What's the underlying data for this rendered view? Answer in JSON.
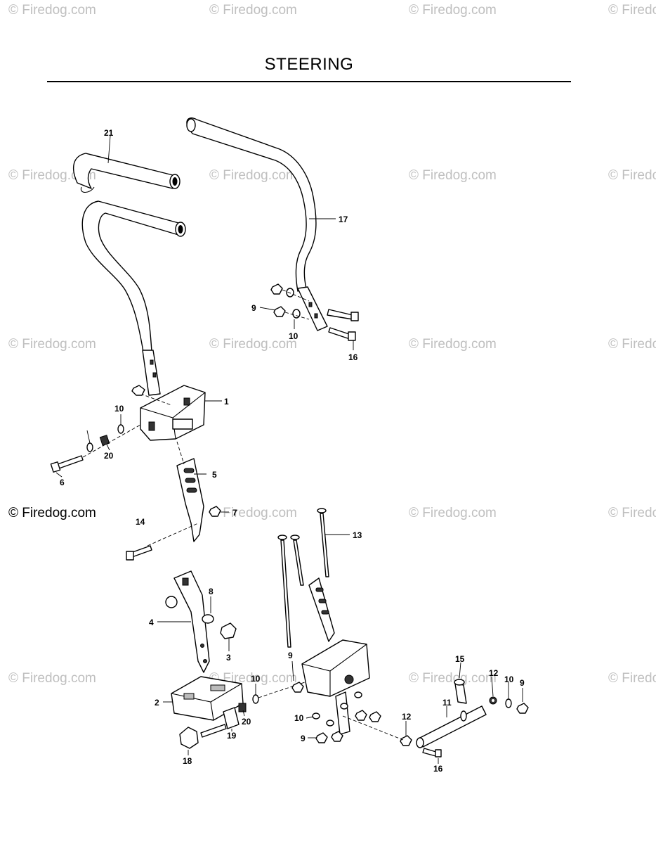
{
  "title": "STEERING",
  "watermark": "© Firedog.com",
  "callouts": [
    "21",
    "17",
    "9",
    "10",
    "16",
    "1",
    "10",
    "20",
    "6",
    "5",
    "7",
    "14",
    "13",
    "8",
    "4",
    "3",
    "2",
    "10",
    "20",
    "19",
    "18",
    "9",
    "10",
    "9",
    "15",
    "12",
    "10",
    "9",
    "11",
    "12",
    "16"
  ]
}
